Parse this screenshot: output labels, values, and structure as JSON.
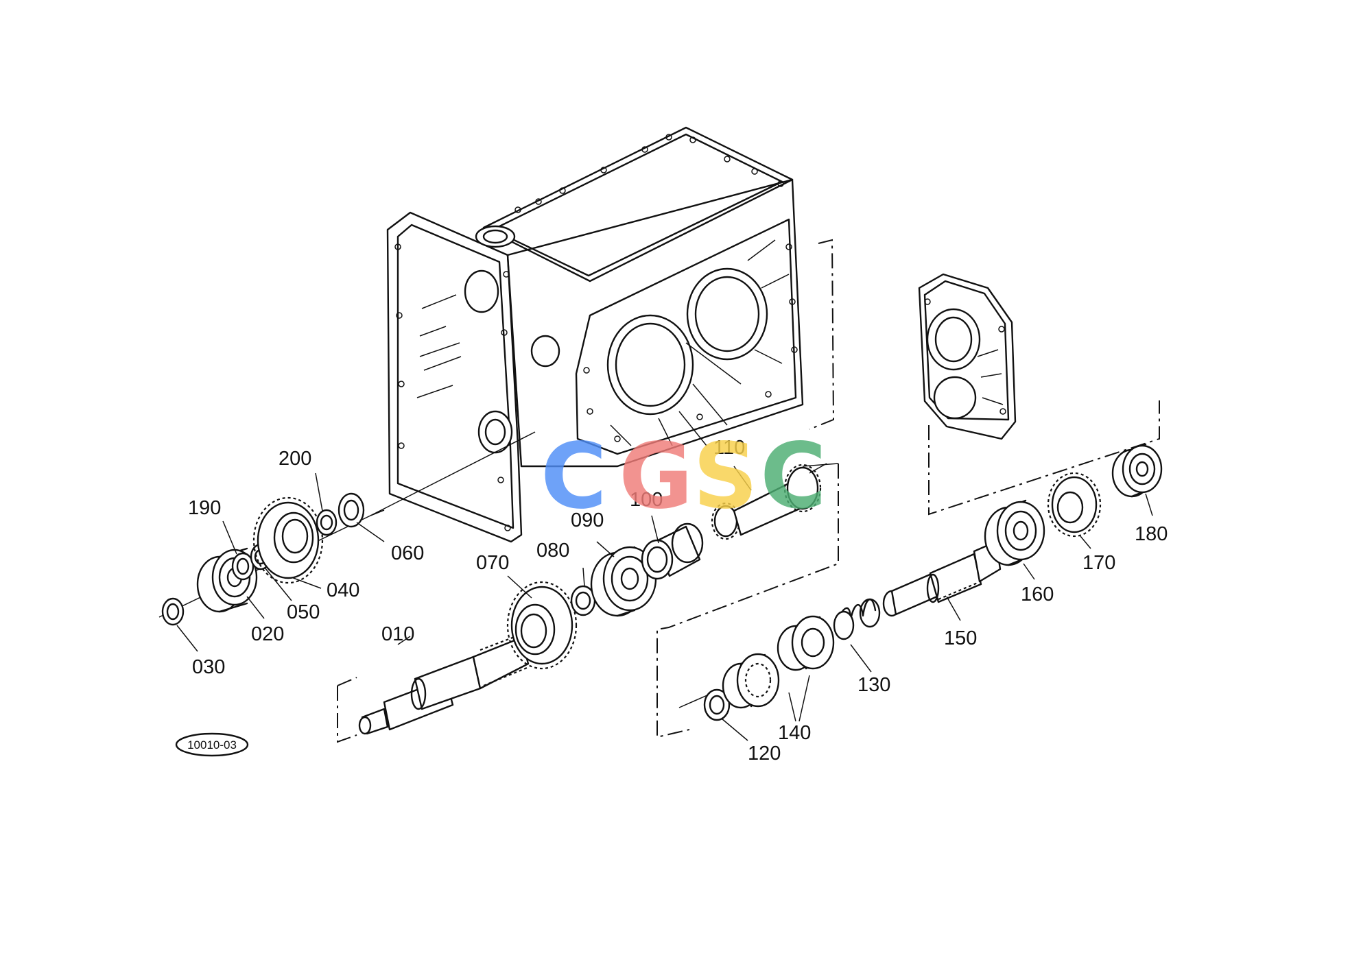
{
  "diagram": {
    "reference_code": "10010-03",
    "watermark": {
      "letters": [
        {
          "char": "C",
          "color": "#4f8ef7"
        },
        {
          "char": "G",
          "color": "#f07c78"
        },
        {
          "char": "S",
          "color": "#f8d04a"
        },
        {
          "char": "C",
          "color": "#4cae72"
        }
      ]
    },
    "callouts": [
      "010",
      "020",
      "030",
      "040",
      "050",
      "060",
      "070",
      "080",
      "090",
      "100",
      "110",
      "120",
      "130",
      "140",
      "150",
      "160",
      "170",
      "180",
      "190",
      "200"
    ]
  }
}
